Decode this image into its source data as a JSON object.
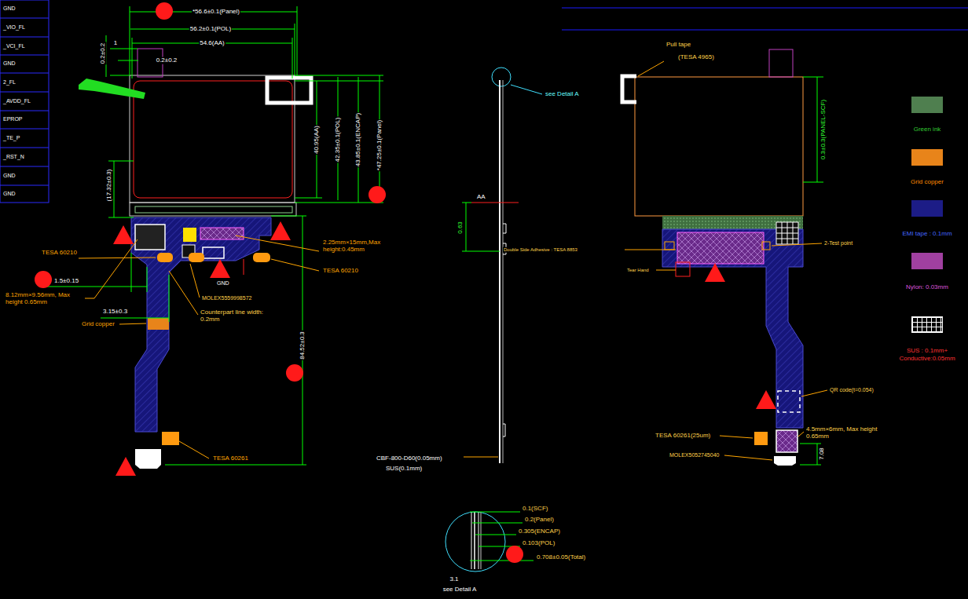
{
  "diagram": {
    "labels": [
      "GND",
      "_VIO_FL",
      "_VCI_FL",
      "GND",
      "2_FL",
      "_AVDD_FL",
      "EPROP",
      "_TE_P",
      "_RST_N",
      "GND",
      "GND",
      "*56.6±0.1(Panel)",
      "56.2±0.1(POL)",
      "54.6(AA)",
      "0.2±0.2",
      "1",
      "0.2±0.2",
      "40.95(AA)",
      "42.35±0.1(POL)",
      "43.85±0.1(ENCAP)",
      "*47.25±0.1(Panel)",
      "(17.32±0.3)",
      "2.25mm×15mm,Max height:0.45mm",
      "TESA 60210",
      "TESA 60210",
      "1.5±0.15",
      "8.12mm×9.56mm, Max height 0.65mm",
      "3.15±0.3",
      "Grid copper",
      "GND",
      "MOLEX5559998572",
      "Counterpart line width: 0.2mm",
      "84.52±0.3",
      "TESA 60261",
      "see Detail A",
      "AA",
      "0.63",
      "CBF-800-D60(0.05mm)",
      "SUS(0.1mm)",
      "0.1(SCF)",
      "0.2(Panel)",
      "0.305(ENCAP)",
      "0.103(POL)",
      "0.708±0.05(Total)",
      "3.1",
      "see Detail A",
      "Pull tape",
      "(TESA 4965)",
      "0.3±0.3(PANEL-SCF)",
      "Double Side Adhesive : TESA 8853",
      "Tear Hand",
      "2-Test point",
      "QR code(t=0.054)",
      "TESA 60261(25um)",
      "4.5mm×6mm, Max height 0.65mm",
      "MOLEX5052745040",
      "7.08"
    ],
    "legend": [
      {
        "text": "Green ink",
        "color": "#4f7f4f"
      },
      {
        "text": "Grid copper",
        "color": "#e8841a"
      },
      {
        "text": "EMI tape : 0.1mm",
        "color": "#1c1c86"
      },
      {
        "text": "Nylon: 0.03mm",
        "color": "#a040a0"
      },
      {
        "text": "SUS : 0.1mm+ Conductive:0.05mm",
        "color": "#ffffff"
      }
    ]
  }
}
